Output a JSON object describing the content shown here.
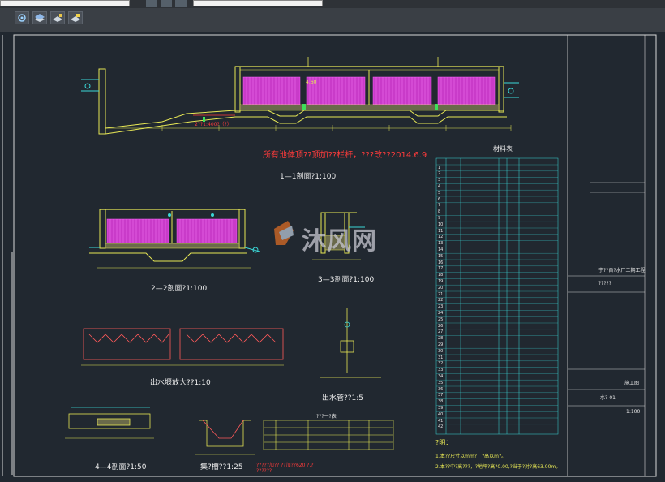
{
  "drawing": {
    "red_note": "所有池体顶??顶加??栏杆，???改??2014.6.9",
    "section_1": "1—1剖面?1:100",
    "section_2": "2—2剖面?1:100",
    "section_3": "3—3剖面?1:100",
    "section_4": "4—4剖面?1:50",
    "outlet_weir": "出水堰放大??1:10",
    "outlet_pipe": "出水管??1:5",
    "weir_detail": "集?槽??1:25",
    "table_title": "材料表",
    "small_table_title": "???一?表",
    "notes_title": "?明：",
    "note_1": "1.本??尺寸以mm?，?高以m?。",
    "note_2": "2.本??中?高???，?地坪?高?0.00,?当于?对?高63.00m。",
    "red_note_2": "?????加?? ??加??620 ?,?",
    "red_note_3": "??????",
    "callout_bottom": "2??1:400?（?）",
    "watermark_text": "沐风网",
    "elev_top": "4.60"
  },
  "material_rows": [
    "1",
    "2",
    "3",
    "4",
    "5",
    "6",
    "7",
    "8",
    "9",
    "10",
    "11",
    "12",
    "13",
    "14",
    "15",
    "16",
    "17",
    "18",
    "19",
    "20",
    "21",
    "22",
    "23",
    "24",
    "25",
    "26",
    "27",
    "28",
    "29",
    "30",
    "31",
    "32",
    "33",
    "34",
    "35",
    "36",
    "37",
    "38",
    "39",
    "40",
    "41",
    "42"
  ],
  "title_block": {
    "project": "宁??自?水厂二期工程",
    "subtitle": "?????",
    "stage": "施工图",
    "drawing_no": "水?-01",
    "scale": "1:100"
  },
  "colors": {
    "background": "#212830",
    "lines": "#e8e855",
    "magenta": "#e63ce6",
    "cyan": "#3ad7d7",
    "red": "#ff3b3b",
    "green": "#3ee05a"
  },
  "icons": [
    "settings-icon",
    "layer-icon",
    "match-icon",
    "folder-icon"
  ]
}
